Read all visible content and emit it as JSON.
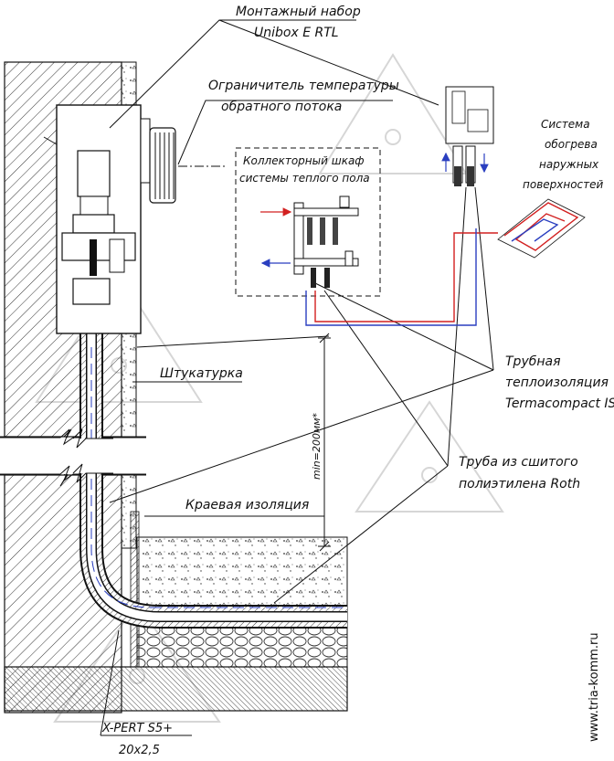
{
  "labels": {
    "kit_line1": "Монтажный набор",
    "kit_line2": "Unibox E RTL",
    "limiter_line1": "Ограничитель температуры",
    "limiter_line2": "обратного потока",
    "cabinet_line1": "Коллекторный шкаф",
    "cabinet_line2": "системы теплого пола",
    "outdoor_line1": "Система",
    "outdoor_line2": "обогрева",
    "outdoor_line3": "наружных",
    "outdoor_line4": "поверхностей",
    "plaster": "Штукатурка",
    "insulation_line1": "Трубная",
    "insulation_line2": "теплоизоляция",
    "insulation_line3": "Termacompact IS",
    "pipe_line1": "Труба из сшитого",
    "pipe_line2": "полиэтилена Roth",
    "edge_insulation": "Краевая изоляция",
    "min_dimension": "min=200мм*",
    "xpert_line1": "X-PERT S5+",
    "xpert_line2": "20x2,5",
    "site": "www.tria-komm.ru"
  },
  "colors": {
    "supply": "#d22020",
    "return": "#2a3fc0",
    "line": "#111111"
  }
}
